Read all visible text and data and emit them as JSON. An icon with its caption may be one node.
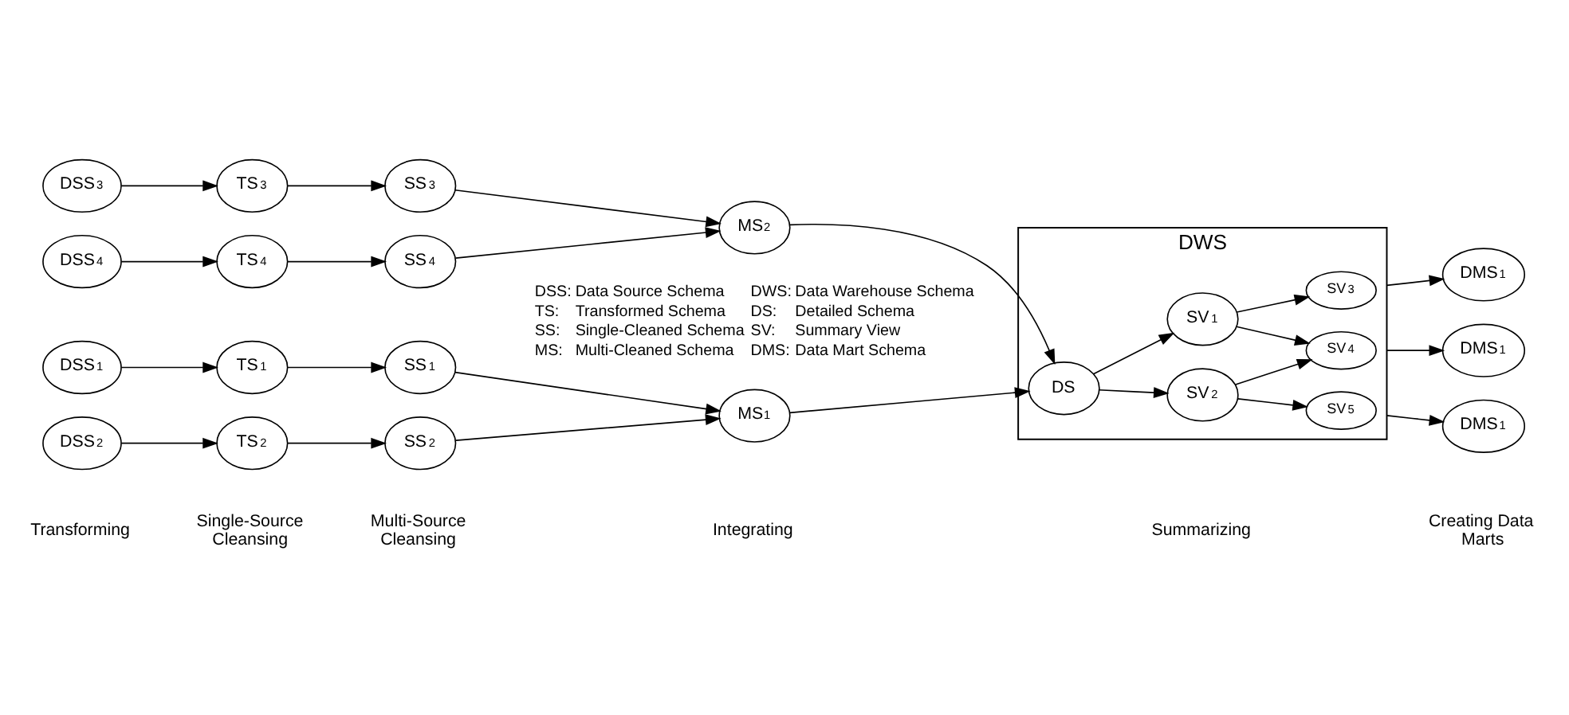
{
  "diagram": {
    "nodes": [
      {
        "text": [
          "DSS$_{1}$"
        ]
      },
      {
        "text": [
          "DSS$_{2}$"
        ]
      },
      {
        "text": [
          "DSS$_{3}$"
        ]
      },
      {
        "text": [
          "DSS$_{4}$"
        ]
      },
      {
        "text": [
          "TS$_{1}$"
        ]
      },
      {
        "text": [
          "TS$_{2}$"
        ]
      },
      {
        "text": [
          "TS$_{3}$"
        ]
      },
      {
        "text": [
          "TS$_{4}$"
        ]
      },
      {
        "text": [
          "SS$_{1}$"
        ]
      },
      {
        "text": [
          "SS$_{2}$"
        ]
      },
      {
        "text": [
          "SS$_{3}$"
        ]
      },
      {
        "text": [
          "SS$_{4}$"
        ]
      },
      {
        "text": [
          "MS$_{1}$"
        ]
      },
      {
        "text": [
          "MS$_{2}$"
        ]
      },
      {
        "text": [
          "DWS"
        ]
      },
      {
        "text": [
          "DS"
        ],
        "in": 14
      },
      {
        "text": [
          "SV$_{1}$"
        ],
        "in": 14
      },
      {
        "text": [
          "SV$_{2}$"
        ],
        "in": 14
      },
      {
        "text": [
          "SV$_{3}$"
        ],
        "in": 14
      },
      {
        "text": [
          "SV$_{4}$"
        ],
        "in": 14
      },
      {
        "text": [
          "SV$_{5}$"
        ],
        "in": 14
      },
      {
        "text": [
          "DMS$_{1}$"
        ]
      },
      {
        "text": [
          "DMS$_{1}$"
        ]
      },
      {
        "text": [
          "DMS$_{1}$"
        ]
      }
    ],
    "edges": [
      {
        "from": 0,
        "to": 4,
        "arrow": "to"
      },
      {
        "from": 4,
        "to": 8,
        "arrow": "to"
      },
      {
        "from": 1,
        "to": 5,
        "arrow": "to"
      },
      {
        "from": 5,
        "to": 9,
        "arrow": "to"
      },
      {
        "from": 2,
        "to": 6,
        "arrow": "to"
      },
      {
        "from": 6,
        "to": 10,
        "arrow": "to"
      },
      {
        "from": 3,
        "to": 7,
        "arrow": "to"
      },
      {
        "from": 7,
        "to": 11,
        "arrow": "to"
      },
      {
        "from": 8,
        "to": 12,
        "arrow": "to"
      },
      {
        "from": 9,
        "to": 12,
        "arrow": "to"
      },
      {
        "from": 10,
        "to": 13,
        "arrow": "to"
      },
      {
        "from": 11,
        "to": 13,
        "arrow": "to"
      },
      {
        "from": 12,
        "to": 15,
        "arrow": "to"
      },
      {
        "from": 13,
        "to": 15,
        "arrow": "to"
      },
      {
        "from": 15,
        "to": 16,
        "arrow": "to"
      },
      {
        "from": 15,
        "to": 17,
        "arrow": "to"
      },
      {
        "from": 16,
        "to": 18,
        "arrow": "to"
      },
      {
        "from": 16,
        "to": 19,
        "arrow": "to"
      },
      {
        "from": 17,
        "to": 19,
        "arrow": "to"
      },
      {
        "from": 17,
        "to": 20,
        "arrow": "to"
      },
      {
        "from": 14,
        "to": 21,
        "arrow": "to"
      },
      {
        "from": 14,
        "to": 22,
        "arrow": "to"
      },
      {
        "from": 14,
        "to": 23,
        "arrow": "to"
      }
    ],
    "labels": [
      "Transforming",
      "Single-Source Cleansing",
      "Multi-Source Cleansing",
      "Integrating",
      "Summarizing",
      "Creating Data Marts",
      "DSS:",
      "Data Source Schema",
      "DWS:",
      "Data Warehouse Schema",
      "TS:",
      "Transformed Schema",
      "DS:",
      "Detailed Schema",
      "SS:",
      "Single-Cleaned Schema",
      "SV:",
      "Summary View",
      "MS:",
      "Multi-Cleaned Schema",
      "DMS:",
      "Data Mart Schema"
    ]
  }
}
